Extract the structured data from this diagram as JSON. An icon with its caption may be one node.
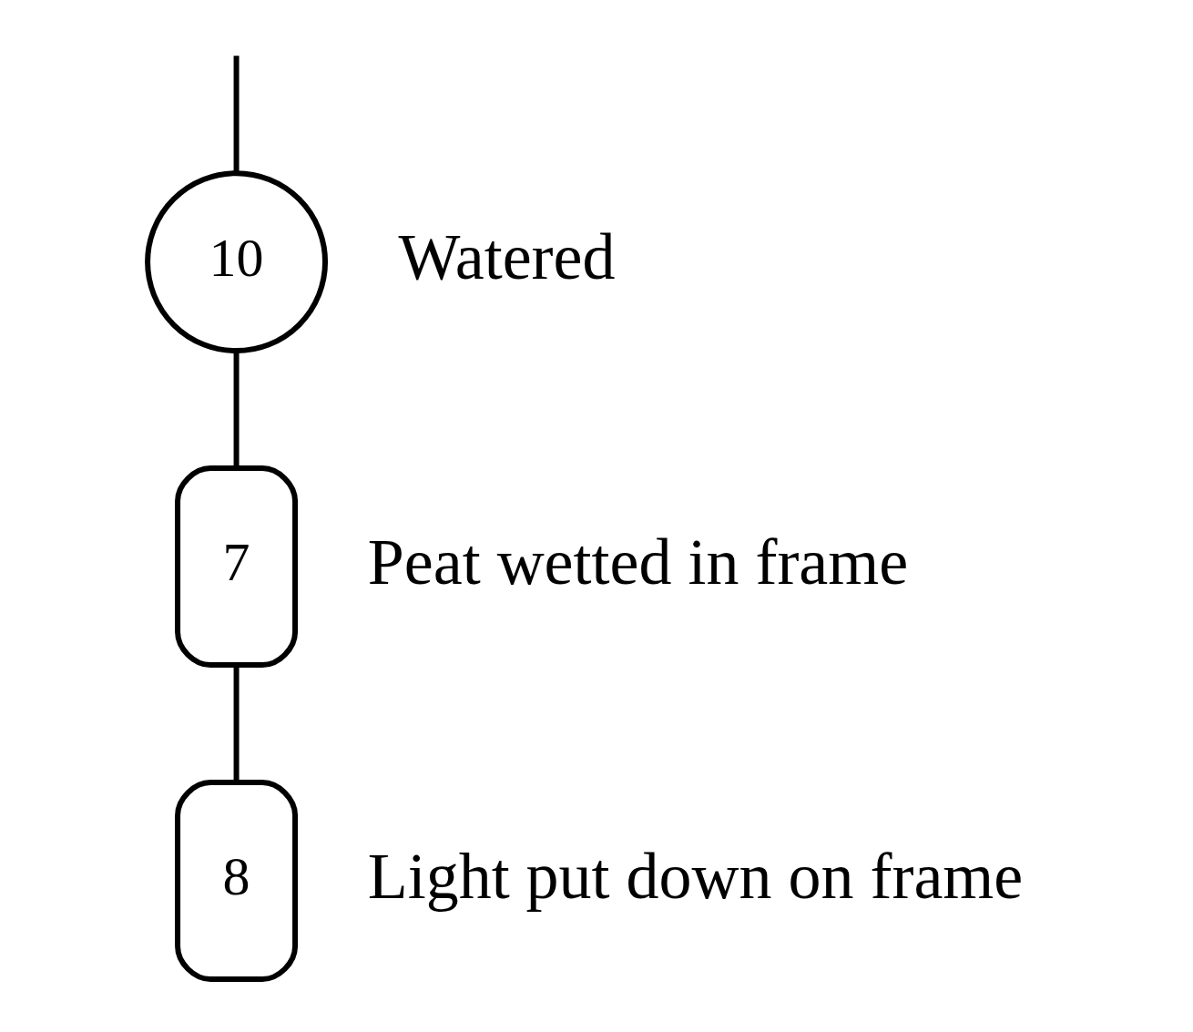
{
  "diagram": {
    "nodes": [
      {
        "text": [
          "10"
        ],
        "beside": [
          "Watered"
        ]
      },
      {
        "text": [
          "7"
        ],
        "beside": [
          "Peat wetted in frame"
        ]
      },
      {
        "text": [
          "8"
        ],
        "beside": [
          "Light put down on frame"
        ]
      }
    ],
    "edges": [
      {
        "from": null,
        "to": 0,
        "arrow": "none"
      },
      {
        "from": 0,
        "to": 1,
        "arrow": "none"
      },
      {
        "from": 1,
        "to": 2,
        "arrow": "none"
      }
    ]
  }
}
